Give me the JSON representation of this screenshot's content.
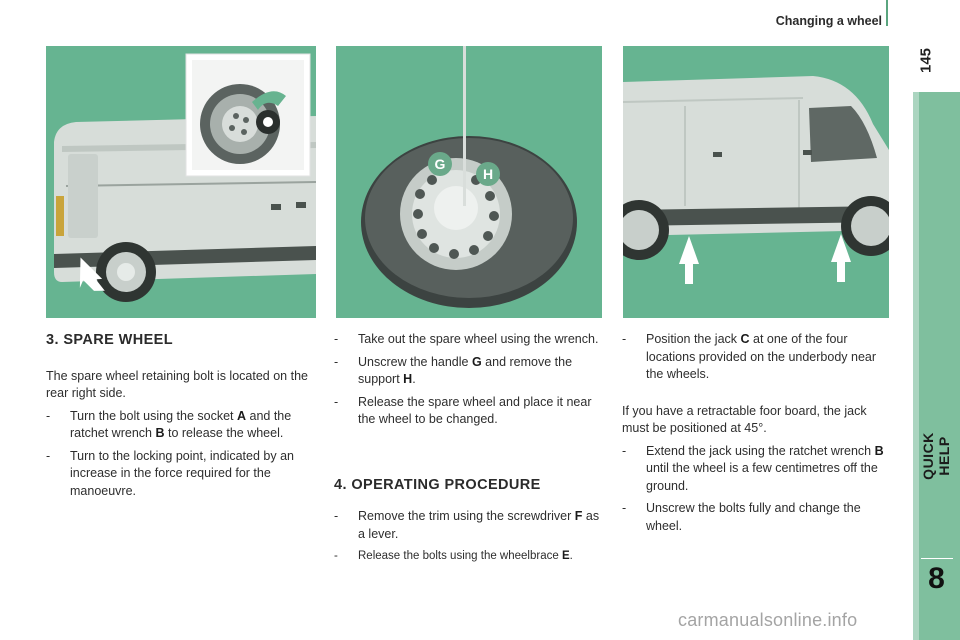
{
  "header": {
    "title": "Changing a wheel",
    "page_number": "145"
  },
  "sidebar": {
    "label": "QUICK HELP",
    "chapter": "8"
  },
  "figures": {
    "left": {
      "callouts": []
    },
    "middle": {
      "callouts": [
        "G",
        "H"
      ]
    },
    "right": {
      "callouts": []
    }
  },
  "col1": {
    "title": "3. SPARE WHEEL",
    "intro": "The spare wheel retaining bolt is located on the rear right side.",
    "items": [
      {
        "pre": "Turn the bolt using the socket ",
        "key": "A",
        "mid": " and the ratchet wrench ",
        "key2": "B",
        "post": " to release the wheel."
      },
      {
        "pre": "Turn to the locking point, indicated by an increase in the force required for the manoeuvre."
      }
    ]
  },
  "col2": {
    "items": [
      {
        "pre": "Take out the spare wheel using the wrench."
      },
      {
        "pre": "Unscrew the handle ",
        "key": "G",
        "mid": " and remove the support ",
        "key2": "H",
        "post": "."
      },
      {
        "pre": "Release the spare wheel and place it near the wheel to be changed."
      }
    ],
    "title": "4. OPERATING PROCEDURE",
    "items2": [
      {
        "pre": "Remove the trim using the screwdriver ",
        "key": "F",
        "post": " as a lever."
      },
      {
        "pre": "Release the bolts using the wheelbrace ",
        "key": "E",
        "post": "."
      }
    ]
  },
  "col3": {
    "items": [
      {
        "pre": "Position the jack ",
        "key": "C",
        "post": " at one of the four locations provided on the underbody near the wheels."
      }
    ],
    "intro": "If you have a retractable foor board, the jack must be positioned at 45°.",
    "items2": [
      {
        "pre": "Extend the jack using the ratchet wrench ",
        "key": "B",
        "post": " until the wheel is a few centimetres off the ground."
      },
      {
        "pre": "Unscrew the bolts fully and change the wheel."
      }
    ]
  },
  "watermark": "carmanualsonline.info",
  "colors": {
    "accent": "#66b491",
    "tab": "#7fbf9e"
  }
}
